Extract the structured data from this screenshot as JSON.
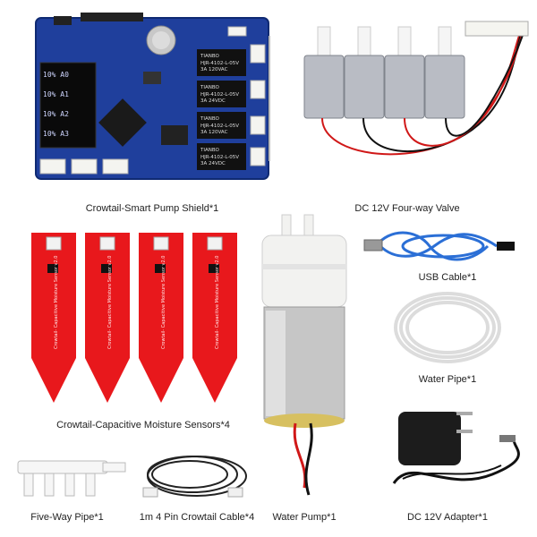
{
  "captions": {
    "pump_shield": "Crowtail-Smart Pump Shield*1",
    "valve": "DC 12V Four-way Valve",
    "usb_cable": "USB Cable*1",
    "water_pipe": "Water Pipe*1",
    "moisture_sensors": "Crowtail-Capacitive Moisture Sensors*4",
    "five_way_pipe": "Five-Way Pipe*1",
    "crowtail_cable": "1m 4 Pin Crowtail Cable*4",
    "water_pump": "Water Pump*1",
    "adapter": "DC 12V Adapter*1"
  },
  "relay_labels": {
    "brand": "TIANBO",
    "model": "HJR-4102-L-05V",
    "rating_ac": "3A 120VAC",
    "rating_dc": "3A 24VDC"
  },
  "sensor_label": "Crowtail- Capacitive Moisture Sensor v2.0",
  "display_text": [
    "10% A0",
    "10% A1",
    "10% A2",
    "10% A3"
  ],
  "colors": {
    "pcb_blue": "#1f3f9c",
    "sensor_red": "#e8181c",
    "cable_blue": "#2b6fd6",
    "pump_white": "#f2f2f0"
  }
}
